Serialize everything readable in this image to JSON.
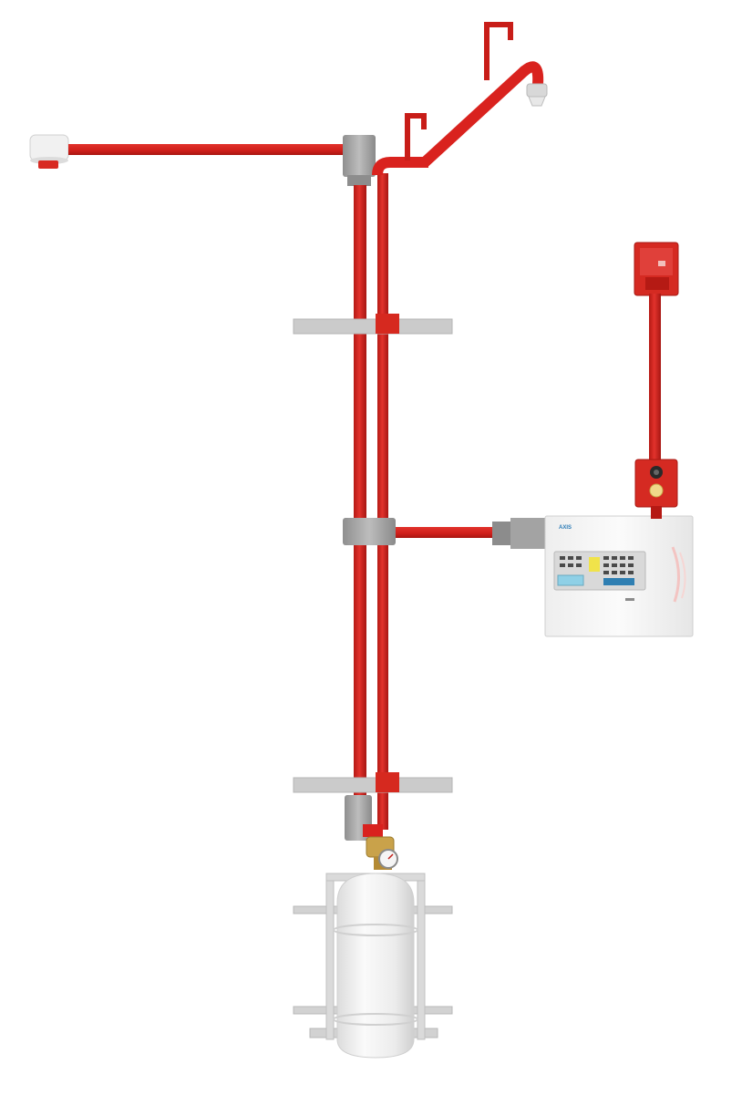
{
  "scene": {
    "subject": "fire-suppression-system-schematic",
    "colors": {
      "pipe_red": "#d9221e",
      "pipe_red_dark": "#b01814",
      "bracket_gray": "#c9c9c9",
      "junction_gray": "#9c9c9c",
      "cylinder_white": "#f2f2f2",
      "panel_white": "#f4f4f4",
      "valve_brass": "#c9a24a",
      "panel_display_blue": "#8fd0e6",
      "panel_indicator_yellow": "#f0e34a"
    },
    "components": [
      {
        "name": "smoke-detector",
        "icon": "detector-icon"
      },
      {
        "name": "sprinkler-nozzle",
        "icon": "nozzle-icon"
      },
      {
        "name": "manual-call-point",
        "icon": "call-point-icon"
      },
      {
        "name": "abort-switch",
        "icon": "switch-icon"
      },
      {
        "name": "control-panel",
        "icon": "panel-icon"
      },
      {
        "name": "agent-cylinder",
        "icon": "cylinder-icon"
      },
      {
        "name": "cylinder-valve",
        "icon": "valve-icon"
      },
      {
        "name": "pressure-gauge",
        "icon": "gauge-icon"
      }
    ]
  },
  "control_panel": {
    "brand_text": "AXIS"
  }
}
